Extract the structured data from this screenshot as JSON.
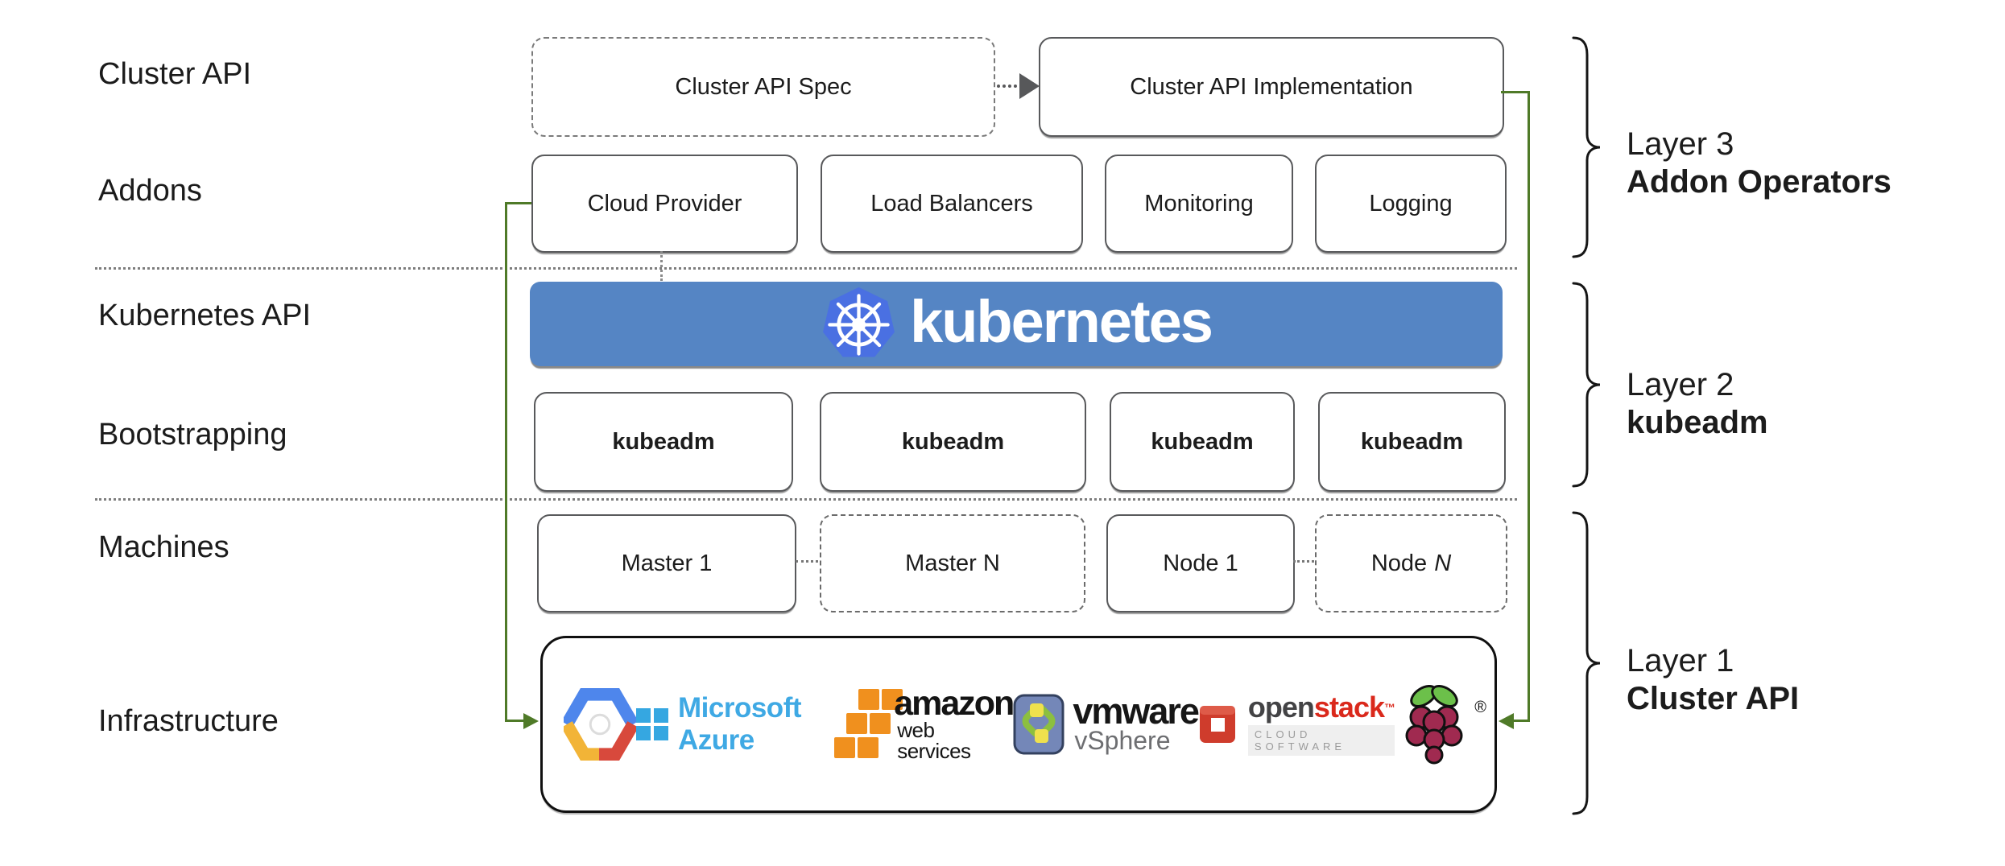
{
  "colors": {
    "banner_blue": "#5585C4",
    "k8s_logo_blue": "#4A70E2",
    "connector_green": "#4F7A28",
    "azure_blue": "#3FA9E4",
    "aws_orange": "#F0901E",
    "openstack_red": "#DA291C",
    "vmware_text_gray": "#6D6E71",
    "raspberry_crimson": "#A02A50",
    "leaf_green": "#6CC04A",
    "box_border_gray": "#58595B"
  },
  "left_labels": {
    "cluster_api": "Cluster API",
    "addons": "Addons",
    "kubernetes_api": "Kubernetes API",
    "bootstrapping": "Bootstrapping",
    "machines": "Machines",
    "infrastructure": "Infrastructure"
  },
  "top_row": {
    "spec": "Cluster API Spec",
    "implementation": "Cluster API Implementation"
  },
  "addons_row": {
    "cloud_provider": "Cloud Provider",
    "load_balancers": "Load Balancers",
    "monitoring": "Monitoring",
    "logging": "Logging"
  },
  "kubernetes_banner": {
    "label": "kubernetes"
  },
  "bootstrapping_row": {
    "kubeadm_1": "kubeadm",
    "kubeadm_2": "kubeadm",
    "kubeadm_3": "kubeadm",
    "kubeadm_4": "kubeadm"
  },
  "machines_row": {
    "master_1": "Master 1",
    "master_n": "Master N",
    "node_1": "Node 1",
    "node_n_prefix": "Node",
    "node_n_suffix": "N"
  },
  "infrastructure": {
    "azure_label": "Microsoft Azure",
    "aws_line1": "amazon",
    "aws_line2": "web services",
    "vmware_label": "vmware",
    "vsphere_label": "vSphere",
    "openstack_open": "open",
    "openstack_stack": "stack",
    "openstack_tm": "™",
    "openstack_tagline": "CLOUD SOFTWARE",
    "raspberry_reg": "®"
  },
  "layers": {
    "layer3": {
      "title": "Layer 3",
      "subtitle": "Addon Operators"
    },
    "layer2": {
      "title": "Layer 2",
      "subtitle": "kubeadm"
    },
    "layer1": {
      "title": "Layer 1",
      "subtitle": "Cluster API"
    }
  }
}
